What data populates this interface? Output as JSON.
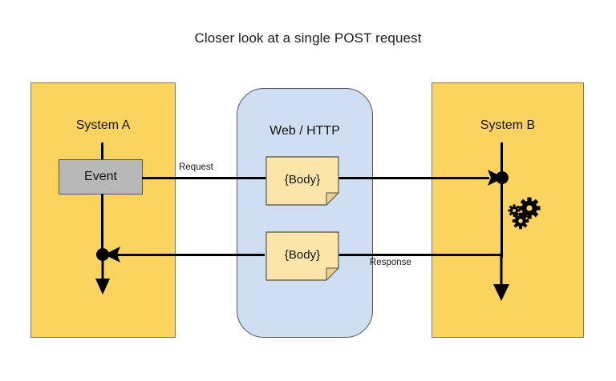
{
  "diagram": {
    "title": "Closer look at a single POST request",
    "lanes": [
      {
        "id": "system-a",
        "label": "System A",
        "kind": "system",
        "color": "#fad45e"
      },
      {
        "id": "web-http",
        "label": "Web / HTTP",
        "kind": "channel",
        "color": "#cfdef0"
      },
      {
        "id": "system-b",
        "label": "System B",
        "kind": "system",
        "color": "#fad45e"
      }
    ],
    "nodes": {
      "event": {
        "label": "Event",
        "fill": "#b8b8b8",
        "stroke": "#55555a"
      },
      "request_body": {
        "label": "{Body}",
        "fill": "#fce5a8",
        "stroke": "#6b6b55"
      },
      "response_body": {
        "label": "{Body}",
        "fill": "#fce5a8",
        "stroke": "#6b6b55"
      }
    },
    "edges": [
      {
        "id": "request",
        "label": "Request",
        "from": "system-a",
        "to": "system-b",
        "direction": "right"
      },
      {
        "id": "response",
        "label": "Response",
        "from": "system-b",
        "to": "system-a",
        "direction": "left"
      }
    ],
    "icons": {
      "gears": "gears-icon"
    },
    "colors": {
      "lane_yellow": "#fad45e",
      "lane_blue": "#cfdef0",
      "note_yellow": "#fce5a8",
      "event_gray": "#b8b8b8",
      "line": "#000000",
      "text": "#141414",
      "background": "#ffffff"
    }
  }
}
